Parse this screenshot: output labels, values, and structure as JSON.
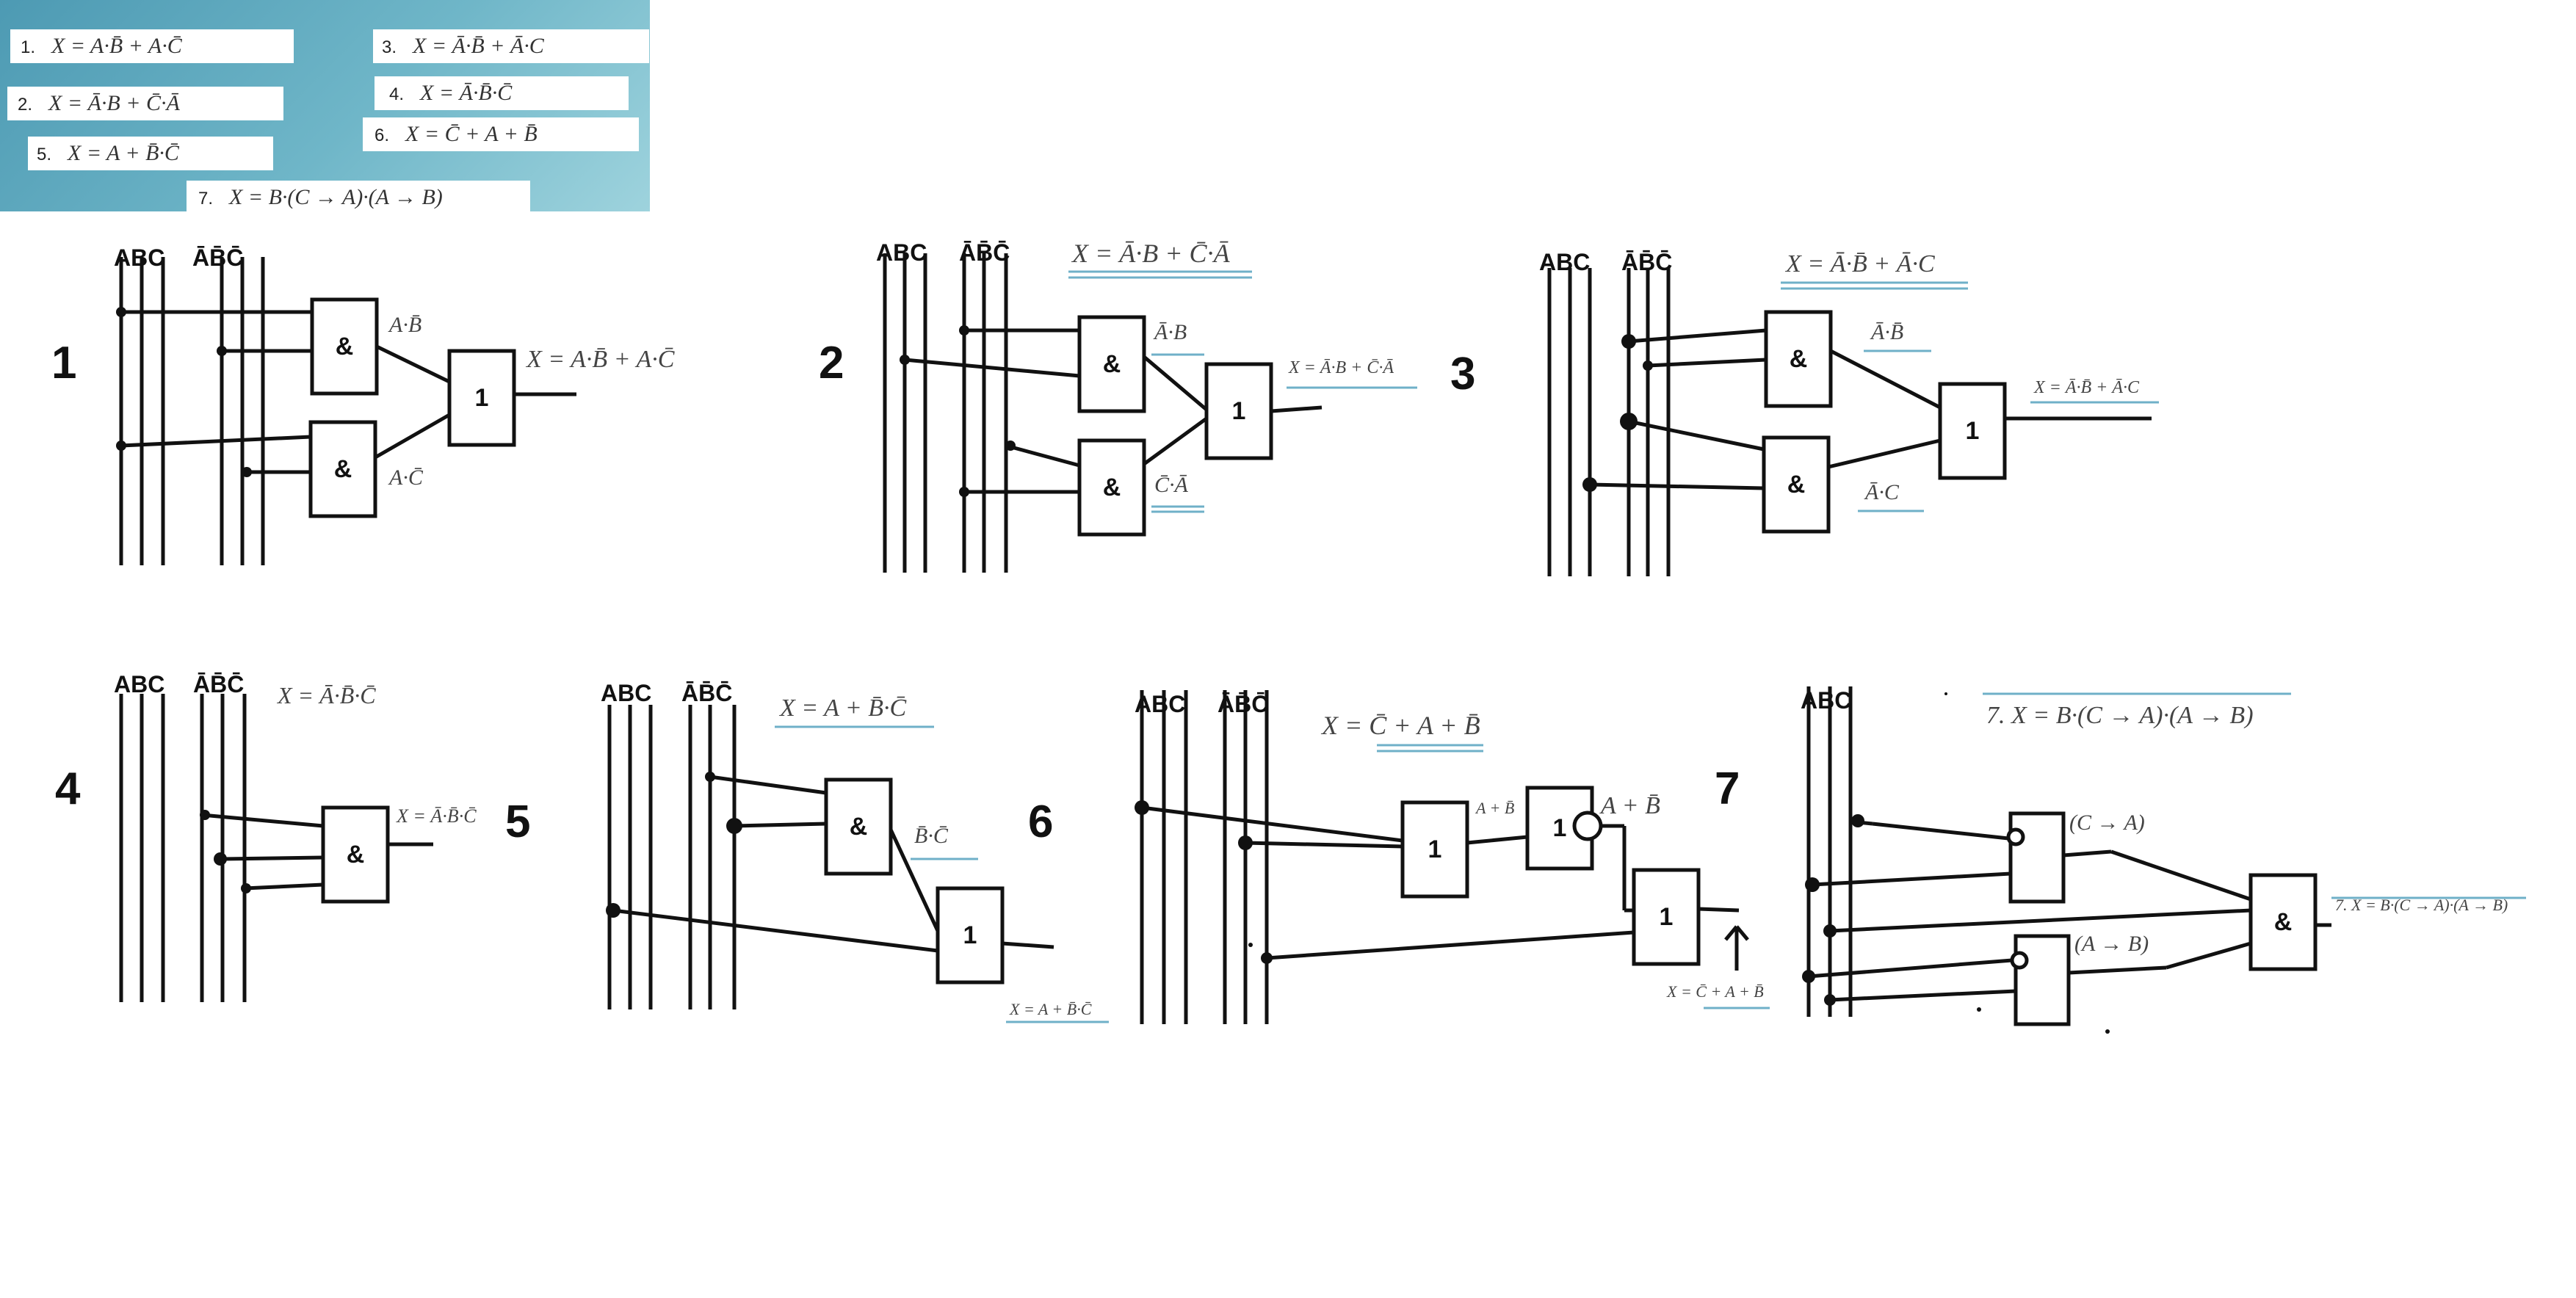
{
  "header_formulas": [
    {
      "num": "1.",
      "text": "X = A·B̄ + A·C̄"
    },
    {
      "num": "2.",
      "text": "X = Ā·B + C̄·Ā"
    },
    {
      "num": "3.",
      "text": "X = Ā·B̄ + Ā·C"
    },
    {
      "num": "4.",
      "text": "X = Ā·B̄·C̄"
    },
    {
      "num": "5.",
      "text": "X = A + B̄·C̄"
    },
    {
      "num": "6.",
      "text": "X = C̄ + A + B̄"
    },
    {
      "num": "7.",
      "text": "X = B·(C → A)·(A → B)"
    }
  ],
  "var_labels": {
    "direct": "ABC",
    "inverted": "ĀB̄C̄"
  },
  "gate_symbols": {
    "and": "&",
    "or": "1"
  },
  "diagrams": [
    {
      "number": "1",
      "terms": [
        "A·B̄",
        "A·C̄"
      ],
      "output": "X = A·B̄ + A·C̄"
    },
    {
      "number": "2",
      "terms": [
        "Ā·B",
        "C̄·Ā"
      ],
      "output": "X = Ā·B + C̄·Ā",
      "title": "X = Ā·B + C̄·Ā"
    },
    {
      "number": "3",
      "terms": [
        "Ā·B̄",
        "Ā·C"
      ],
      "output": "X = Ā·B̄ + Ā·C",
      "title": "X = Ā·B̄ + Ā·C"
    },
    {
      "number": "4",
      "terms": [],
      "output": "X = Ā·B̄·C̄",
      "title": "X = Ā·B̄·C̄"
    },
    {
      "number": "5",
      "terms": [
        "B̄·C̄"
      ],
      "output": "X = A + B̄·C̄",
      "title": "X = A + B̄·C̄"
    },
    {
      "number": "6",
      "terms": [
        "A + B̄",
        "A + B̄"
      ],
      "output": "X = C̄ + A + B̄",
      "title": "X = C̄ + A + B̄"
    },
    {
      "number": "7",
      "terms": [
        "(C → A)",
        "(A → B)"
      ],
      "output": "7. X = B·(C → A)·(A → B)",
      "title": "7. X = B·(C → A)·(A → B)"
    }
  ]
}
